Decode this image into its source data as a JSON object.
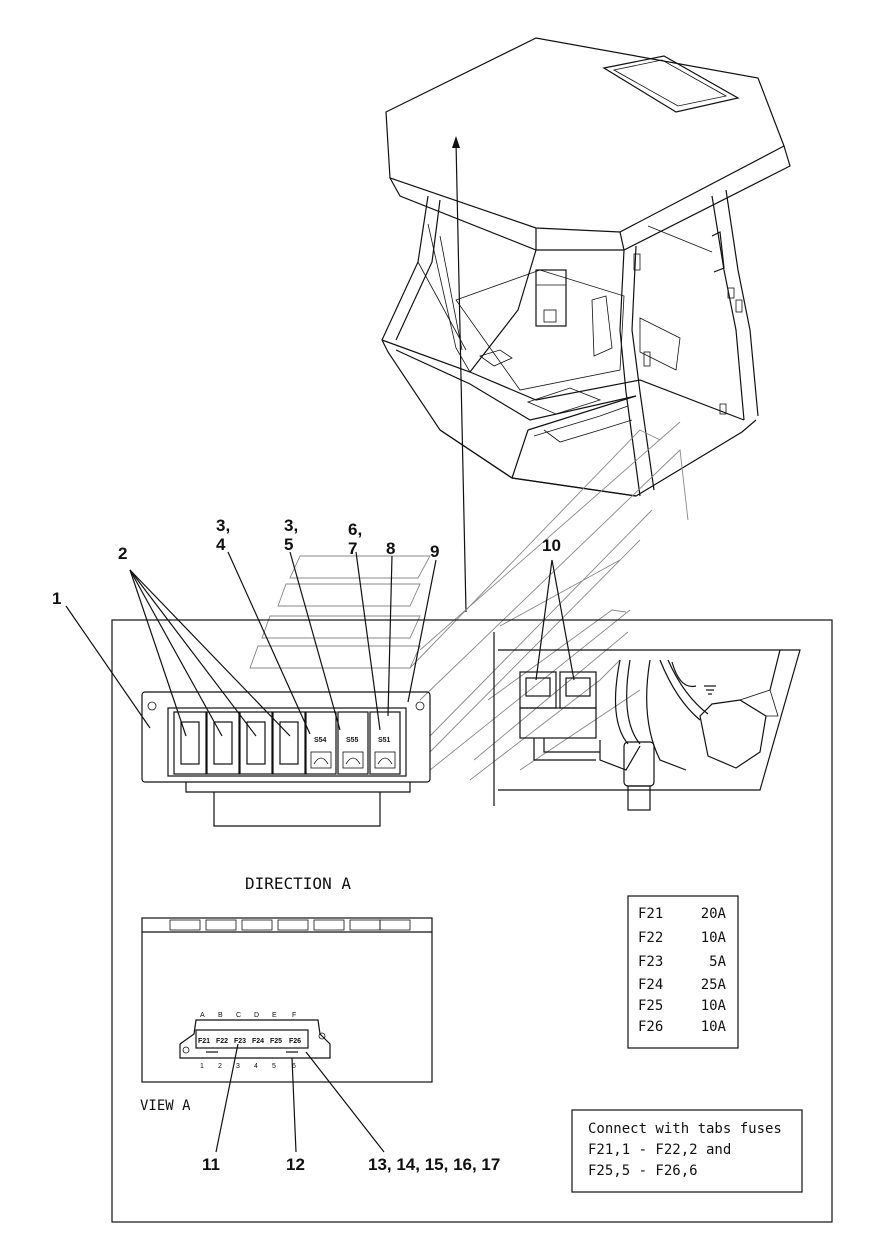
{
  "callouts": {
    "c1": "1",
    "c2": "2",
    "c3a": "3,",
    "c4": "4",
    "c3b": "3,",
    "c5": "5",
    "c6": "6,",
    "c7": "7",
    "c8": "8",
    "c9": "9",
    "c10": "10",
    "c11": "11",
    "c12": "12",
    "c13": "13, 14, 15, 16, 17"
  },
  "switch_labels": [
    "S54",
    "S55",
    "S51"
  ],
  "direction_label": "DIRECTION A",
  "view_label": "VIEW A",
  "fuse_letters": [
    "A",
    "B",
    "C",
    "D",
    "E",
    "F"
  ],
  "fuse_numbers": [
    "1",
    "2",
    "3",
    "4",
    "5",
    "6"
  ],
  "fuse_strip": [
    "F21",
    "F22",
    "F23",
    "F24",
    "F25",
    "F26"
  ],
  "fuse_table": [
    {
      "fuse": "F21",
      "rating": "20A"
    },
    {
      "fuse": "F22",
      "rating": "10A"
    },
    {
      "fuse": "F23",
      "rating": "5A"
    },
    {
      "fuse": "F24",
      "rating": "25A"
    },
    {
      "fuse": "F25",
      "rating": "10A"
    },
    {
      "fuse": "F26",
      "rating": "10A"
    }
  ],
  "note": {
    "line1": "Connect  with tabs fuses",
    "line2": "F21,1 - F22,2  and",
    "line3": "F25,5 - F26,6"
  }
}
